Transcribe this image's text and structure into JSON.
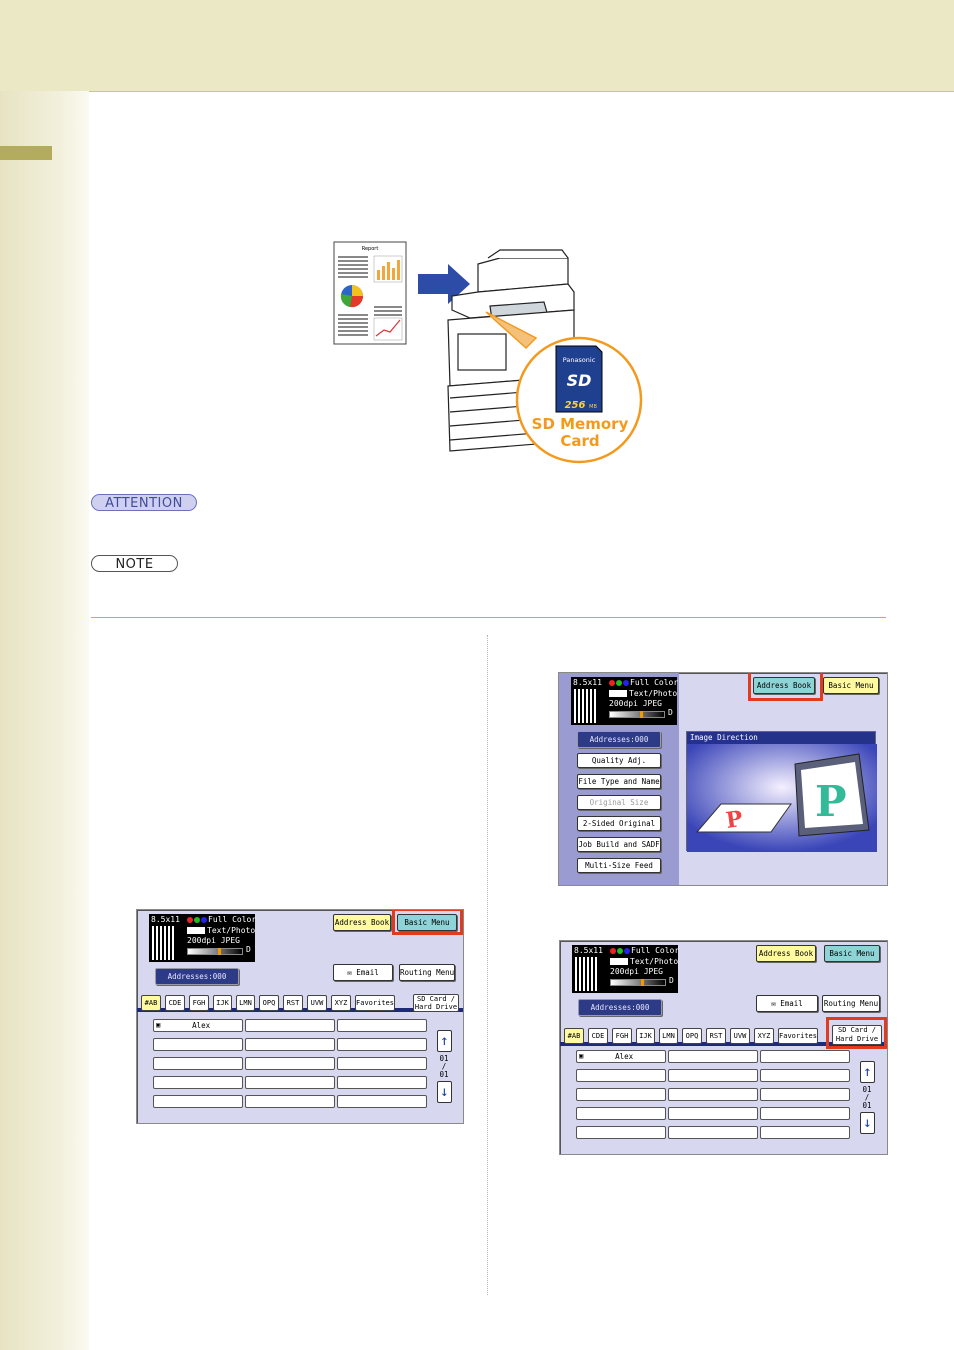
{
  "attention_label": "ATTENTION",
  "note_label": "NOTE",
  "illustration": {
    "doc_title": "Report",
    "sd_card_label": "SD Memory Card",
    "sd_brand": "Panasonic",
    "sd_logo": "SD",
    "sd_capacity": "256",
    "sd_capacity_unit": "MB"
  },
  "colors": {
    "header_bg": "#ebe8c5",
    "accent_orange": "#f39a1e",
    "arrow_blue": "#2c4ca8",
    "highlight_red": "#e23a1e",
    "panel_bg": "#d7d8ef"
  },
  "status": {
    "size": "8.5x11",
    "color_mode": "Full Color",
    "quality": "Text/Photo",
    "resolution": "200dpi JPEG",
    "density_char": "D"
  },
  "panel_a": {
    "address_book": "Address Book",
    "basic_menu": "Basic Menu",
    "addresses": "Addresses:000",
    "email": "Email",
    "routing_menu": "Routing Menu",
    "tabs": [
      "#AB",
      "CDE",
      "FGH",
      "IJK",
      "LMN",
      "OPQ",
      "RST",
      "UVW",
      "XYZ",
      "Favorites"
    ],
    "sd_tab_line1": "SD Card /",
    "sd_tab_line2": "Hard Drive",
    "first_entry": "Alex",
    "page_current": "01",
    "page_sep": "/",
    "page_total": "01"
  },
  "panel_b": {
    "address_book": "Address Book",
    "basic_menu": "Basic Menu",
    "addresses": "Addresses:000",
    "menu": [
      "Quality Adj.",
      "File Type and Name",
      "Original Size",
      "2-Sided Original",
      "Job Build and SADF",
      "Multi-Size Feed"
    ],
    "image_direction": "Image Direction",
    "preview_letter": "P"
  },
  "panel_c": {
    "address_book": "Address Book",
    "basic_menu": "Basic Menu",
    "addresses": "Addresses:000",
    "email": "Email",
    "routing_menu": "Routing Menu",
    "tabs": [
      "#AB",
      "CDE",
      "FGH",
      "IJK",
      "LMN",
      "OPQ",
      "RST",
      "UVW",
      "XYZ",
      "Favorites"
    ],
    "sd_tab_line1": "SD Card /",
    "sd_tab_line2": "Hard Drive",
    "first_entry": "Alex",
    "page_current": "01",
    "page_sep": "/",
    "page_total": "01"
  }
}
